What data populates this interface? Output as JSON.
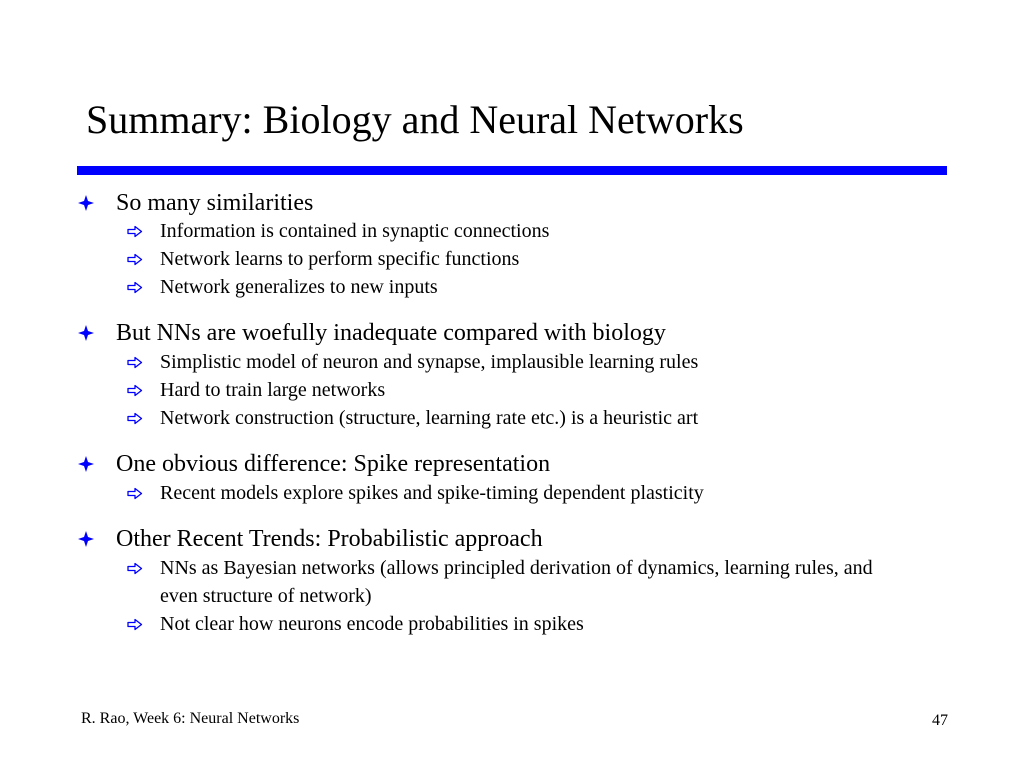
{
  "slide": {
    "title": "Summary: Biology and Neural Networks",
    "accent_color": "#0000ff",
    "bullets": [
      {
        "text": "So many similarities",
        "subs": [
          "Information is contained in synaptic connections",
          "Network learns to perform specific functions",
          "Network generalizes to new inputs"
        ]
      },
      {
        "text": "But NNs are woefully inadequate compared with biology",
        "subs": [
          "Simplistic model of neuron and synapse, implausible learning rules",
          "Hard to train large networks",
          "Network construction (structure, learning rate etc.) is a heuristic art"
        ]
      },
      {
        "text": "One obvious difference: Spike representation",
        "subs": [
          "Recent models explore spikes and spike-timing dependent plasticity"
        ]
      },
      {
        "text": "Other Recent Trends: Probabilistic approach",
        "subs": [
          "NNs as Bayesian networks (allows principled derivation of dynamics, learning rules, and even structure of network)",
          "Not clear how neurons encode probabilities in spikes"
        ]
      }
    ],
    "bullet_icon": "four-point-star-icon",
    "sub_bullet_icon": "right-arrow-outline-icon"
  },
  "footer": {
    "left_text": "R. Rao, Week 6: Neural Networks",
    "page_number": "47"
  }
}
